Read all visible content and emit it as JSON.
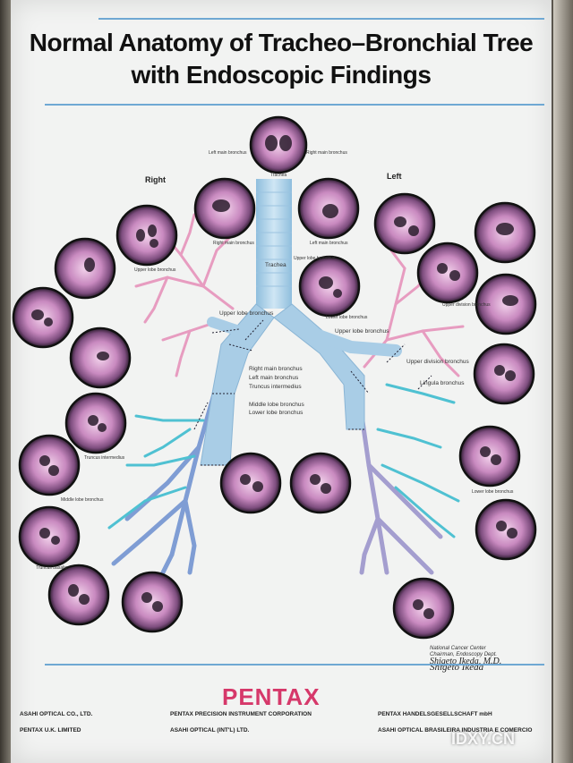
{
  "title": {
    "line1": "Normal Anatomy of Tracheo–Bronchial Tree",
    "line2": "with Endoscopic Findings"
  },
  "sides": {
    "right": "Right",
    "left": "Left"
  },
  "labels": {
    "trachea": "Trachea",
    "left_main_bronchus_top": "Left main bronchus",
    "right_main_bronchus_top": "Right main bronchus",
    "right_main_bronchus": "Right main bronchus",
    "left_main_bronchus": "Left main bronchus",
    "upper_lobe_bronchus_r": "Upper lobe bronchus",
    "upper_lobe_bronchus_l": "Upper lobe bronchus",
    "upper_lobe_bronchus_small": "Upper lobe bronchus",
    "lower_lobe_bronchus_l": "Lower lobe bronchus",
    "rm_lm_ti_1": "Right main bronchus",
    "rm_lm_ti_2": "Left main bronchus",
    "rm_lm_ti_3": "Truncus intermedius",
    "ml_ll_1": "Middle lobe bronchus",
    "ml_ll_2": "Lower lobe bronchus",
    "upper_division": "Upper division bronchus",
    "lingula": "Lingula bronchus",
    "truncus_intermedius_small": "Truncus intermedius",
    "middle_lobe_small": "Middle lobe bronchus",
    "truncus_basalis": "Truncus basalis",
    "lower_lobe_small": "Lower lobe bronchus",
    "upper_division_small": "Upper division bronchus"
  },
  "credit": {
    "line1": "National Cancer Center",
    "line2": "Chairman, Endoscopy Dept.",
    "name": "Shigeto Ikeda, M.D."
  },
  "brand": "PENTAX",
  "footer": {
    "col1_co": "ASAHI OPTICAL CO., LTD.",
    "col1_b": "PENTAX U.K. LIMITED",
    "col2_co": "PENTAX PRECISION INSTRUMENT CORPORATION",
    "col2_b": "ASAHI OPTICAL (INT'L) LTD.",
    "col3_co": "PENTAX HANDELSGESELLSCHAFT mbH",
    "col3_b": "ASAHI OPTICAL BRASILEIRA INDUSTRIA E COMERCIO"
  },
  "watermark": "IDXY.CN",
  "colors": {
    "trachea": "#a9cde6",
    "right_branches": "#6c8fcf",
    "upper_branches": "#e79cc0",
    "lower_branches": "#4fc1d2",
    "rule": "#6fa8d3",
    "brand": "#d6386a"
  }
}
